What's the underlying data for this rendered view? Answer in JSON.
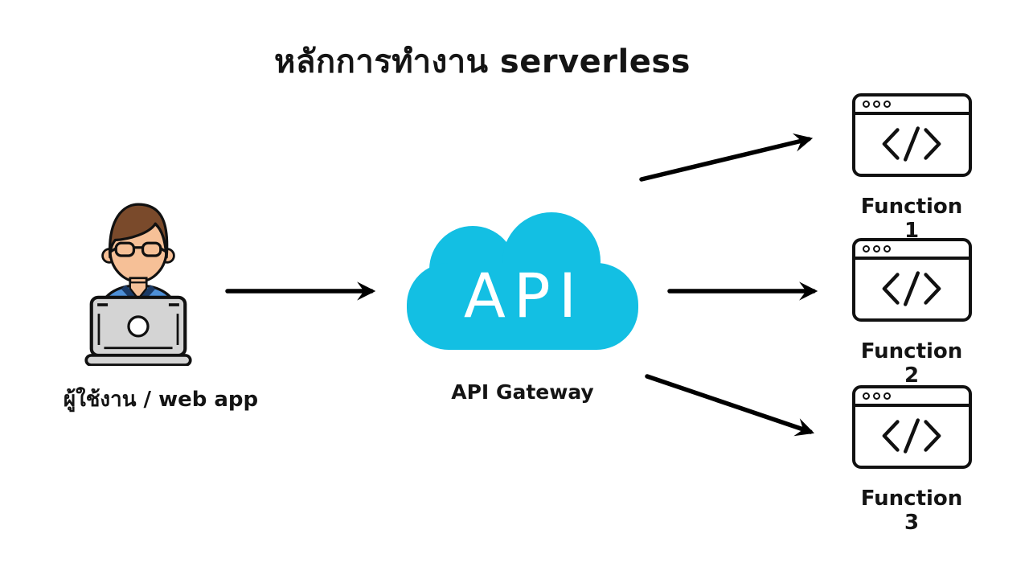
{
  "title": "หลักการทำงาน serverless",
  "user": {
    "label": "ผู้ใช้งาน / web app"
  },
  "gateway": {
    "cloud_text": "API",
    "label": "API Gateway"
  },
  "functions": [
    {
      "label": "Function 1"
    },
    {
      "label": "Function 2"
    },
    {
      "label": "Function 3"
    }
  ],
  "icons": {
    "code_icon": "</>",
    "window_dots": "3",
    "cloud_icon": "cloud",
    "user_icon": "person-at-laptop"
  },
  "colors": {
    "background": "#FFFFFF",
    "cloud": "#13BFE3",
    "cloud_text": "#FFFFFF",
    "arrow": "#000000",
    "outline": "#111111",
    "text": "#141414",
    "skin": "#F6C097",
    "hair": "#7A4A2B",
    "shirt_blue": "#4D8FD6",
    "shirt_navy": "#1A3A66",
    "laptop_gray": "#D4D4D4"
  }
}
